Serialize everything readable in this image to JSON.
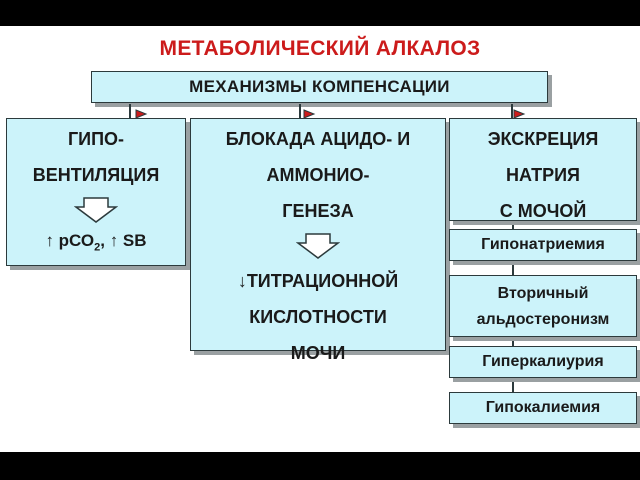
{
  "title": "МЕТАБОЛИЧЕСКИЙ АЛКАЛОЗ",
  "header": "МЕХАНИЗМЫ КОМПЕНСАЦИИ",
  "col1": {
    "line1": "ГИПО-",
    "line2": "ВЕНТИЛЯЦИЯ",
    "formula_prefix": "↑ рСО",
    "formula_sub": "2",
    "formula_suffix": ", ↑ SB"
  },
  "col2": {
    "line1": "БЛОКАДА АЦИДО- И",
    "line2": "АММОНИО-",
    "line3": "ГЕНЕЗА",
    "line4": "↓ТИТРАЦИОННОЙ",
    "line5": "КИСЛОТНОСТИ",
    "line6": "МОЧИ"
  },
  "col3": {
    "line1": "ЭКСКРЕЦИЯ",
    "line2": "НАТРИЯ",
    "line3": "С МОЧОЙ"
  },
  "results": {
    "r1": "Гипонатриемия",
    "r2_line1": "Вторичный",
    "r2_line2": "альдостеронизм",
    "r3": "Гиперкалиурия",
    "r4": "Гипокалиемия"
  },
  "colors": {
    "title": "#cc1b1b",
    "box_fill": "#ccf3fa",
    "border": "#2c3a3c",
    "arrow_marker": "#cc1b1b"
  }
}
